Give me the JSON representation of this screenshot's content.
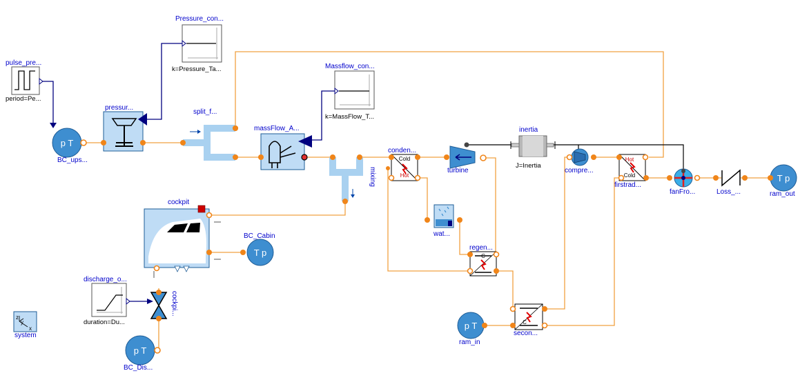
{
  "labels": {
    "pulse": "pulse_pre...",
    "pulse_param": "period=Pe...",
    "pressure_const": "Pressure_con...",
    "pressure_const_param": "k=Pressure_Ta...",
    "pressure_ctrl": "pressur...",
    "bc_ups": "BC_ups...",
    "split": "split_f...",
    "massflow_const": "Massflow_con...",
    "massflow_const_param": "k=MassFlow_T...",
    "massflow_ctrl": "massFlow_A...",
    "mixing": "mixing",
    "condenser": "conden...",
    "turbine": "turbine",
    "inertia": "inertia",
    "inertia_param": "J=Inertia",
    "compressor": "compre...",
    "firstrad": "firstrad...",
    "fan": "fanFro...",
    "loss": "Loss_...",
    "ram_out": "ram_out",
    "water": "wat...",
    "regen": "regen...",
    "second": "secon...",
    "ram_in": "ram_in",
    "cockpit": "cockpit",
    "bc_cabin": "BC_Cabin",
    "discharge": "discharge_o...",
    "discharge_param": "duration=Du...",
    "cockpit_valve": "cockpi...",
    "bc_dis": "BC_Dis...",
    "system": "system"
  },
  "symbols": {
    "pT": "p  T",
    "Tp": "T  p",
    "cold": "Cold",
    "hot": "Hot",
    "c": "C"
  },
  "colors": {
    "fluid_wire": "#f0a040",
    "fluid_port": "#f08519",
    "signal_wire": "#00007f",
    "label_blue": "#0000cc",
    "boundary_blue": "#3e8ed0",
    "component_fill": "#bfdcf5",
    "pipe_blue": "#a9d1f0"
  }
}
